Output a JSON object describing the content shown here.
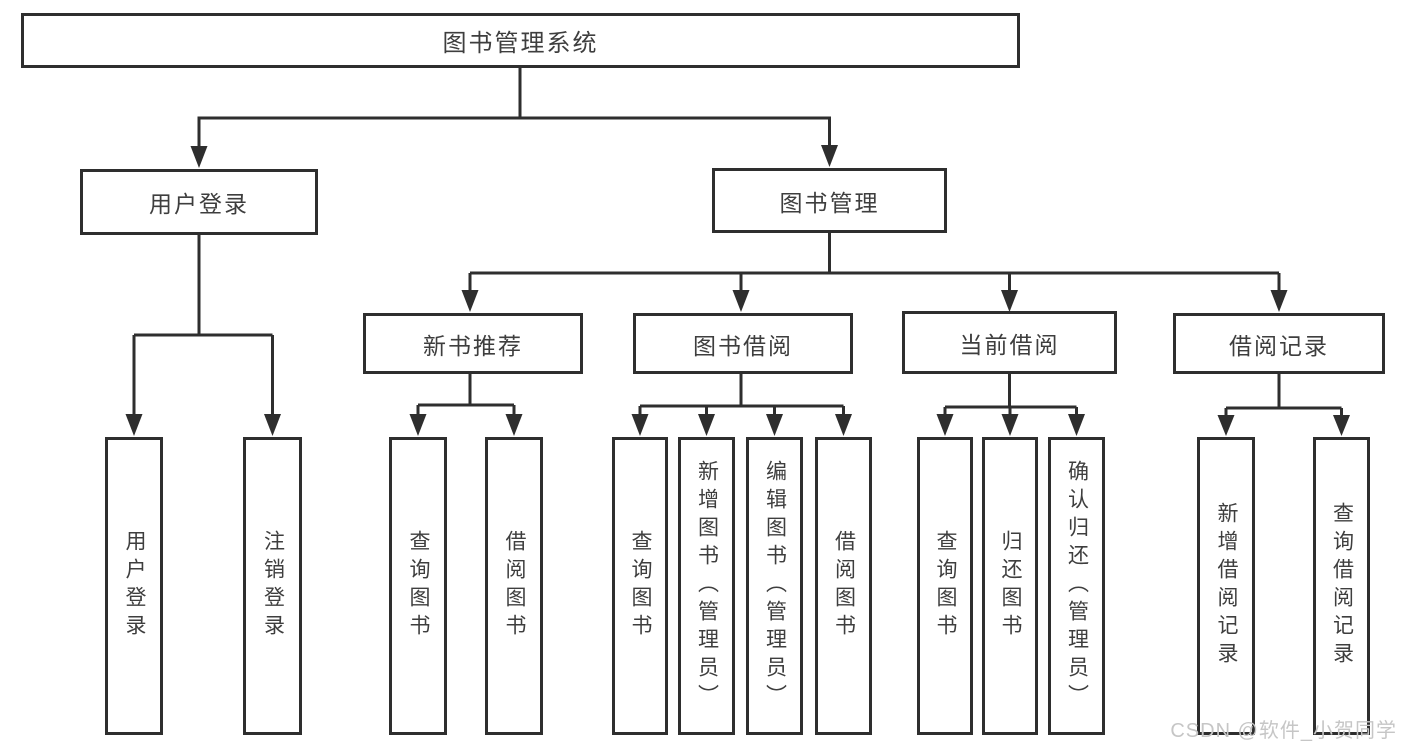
{
  "tree": {
    "root": "图书管理系统",
    "login": {
      "label": "用户登录",
      "children": [
        "用户登录",
        "注销登录"
      ]
    },
    "management": {
      "label": "图书管理",
      "modules": [
        {
          "label": "新书推荐",
          "children": [
            "查询图书",
            "借阅图书"
          ]
        },
        {
          "label": "图书借阅",
          "children": [
            "查询图书",
            "新增图书（管理员）",
            "编辑图书（管理员）",
            "借阅图书"
          ]
        },
        {
          "label": "当前借阅",
          "children": [
            "查询图书",
            "归还图书",
            "确认归还（管理员）"
          ]
        },
        {
          "label": "借阅记录",
          "children": [
            "新增借阅记录",
            "查询借阅记录"
          ]
        }
      ]
    }
  },
  "watermark": "CSDN @软件_小贺同学",
  "colors": {
    "line": "#2e2e2e",
    "text": "#3e3e3e",
    "watermark": "#c6c6c6",
    "background": "#ffffff"
  }
}
